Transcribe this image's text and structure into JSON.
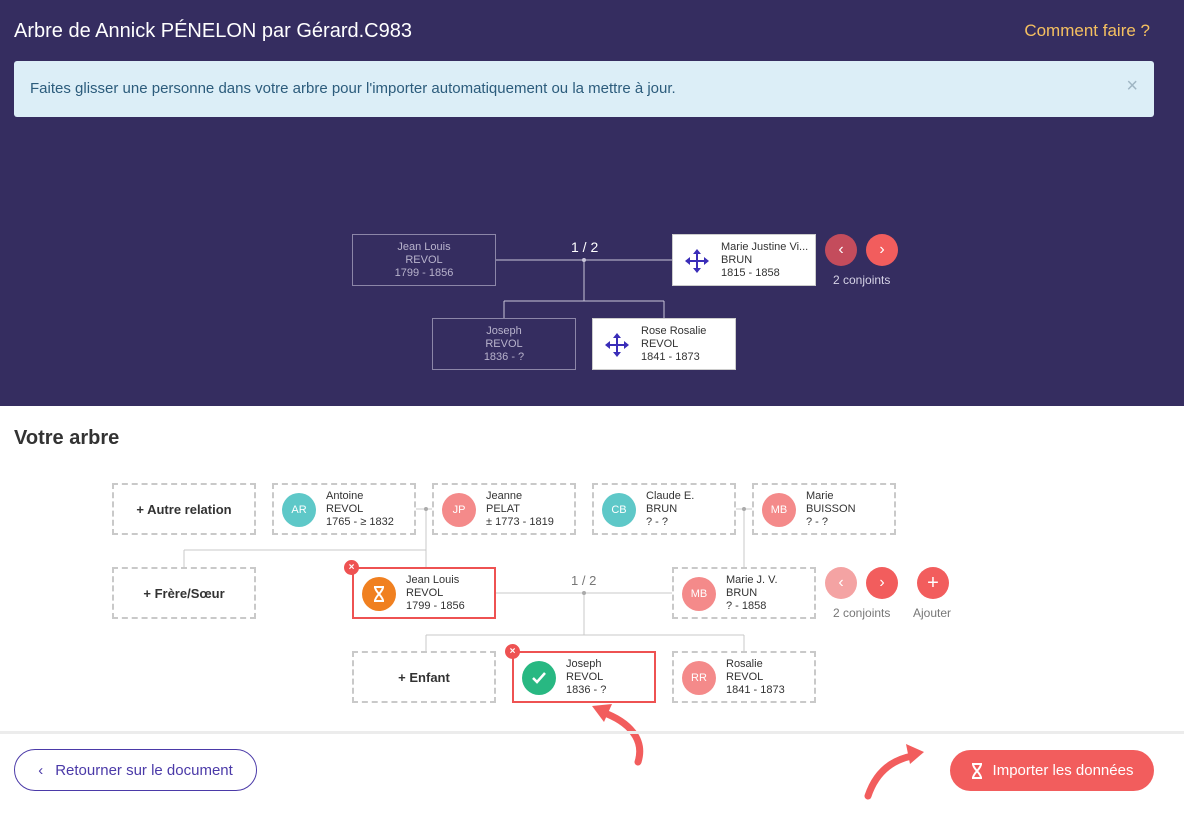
{
  "header": {
    "title": "Arbre de Annick PÉNELON par Gérard.C983",
    "help_link": "Comment faire ?"
  },
  "alert": {
    "text": "Faites glisser une personne dans votre arbre pour l'importer automatiquement ou la mettre à jour.",
    "close": "×"
  },
  "source_tree": {
    "ratio": "1 / 2",
    "spouses_count": "2 conjoints",
    "father": {
      "first": "Jean Louis",
      "last": "REVOL",
      "dates": "1799 - 1856"
    },
    "spouse": {
      "first": "Marie Justine Vi...",
      "last": "BRUN",
      "dates": "1815 - 1858"
    },
    "child1": {
      "first": "Joseph",
      "last": "REVOL",
      "dates": "1836 - ?"
    },
    "child2": {
      "first": "Rose Rosalie",
      "last": "REVOL",
      "dates": "1841 - 1873"
    },
    "colors": {
      "prev": "#c44c5c",
      "next": "#f25d5d",
      "bg": "#352d60",
      "icon": "#3a2db8"
    }
  },
  "your_tree": {
    "title": "Votre arbre",
    "add_other": "+ Autre relation",
    "add_sibling": "+ Frère/Sœur",
    "add_child": "+ Enfant",
    "ratio": "1 / 2",
    "spouses_count": "2 conjoints",
    "add_label": "Ajouter",
    "grandparents": [
      {
        "initials": "AR",
        "first": "Antoine",
        "last": "REVOL",
        "dates": "1765 - ≥ 1832",
        "color": "#5ec8c8"
      },
      {
        "initials": "JP",
        "first": "Jeanne",
        "last": "PELAT",
        "dates": "± 1773 - 1819",
        "color": "#f48a8a"
      },
      {
        "initials": "CB",
        "first": "Claude E.",
        "last": "BRUN",
        "dates": "? - ?",
        "color": "#5ec8c8"
      },
      {
        "initials": "MB",
        "first": "Marie",
        "last": "BUISSON",
        "dates": "? - ?",
        "color": "#f48a8a"
      }
    ],
    "father": {
      "first": "Jean Louis",
      "last": "REVOL",
      "dates": "1799 - 1856",
      "color": "#f08020",
      "icon": "hourglass-icon"
    },
    "spouse": {
      "initials": "MB",
      "first": "Marie J. V.",
      "last": "BRUN",
      "dates": " ? - 1858",
      "color": "#f48a8a"
    },
    "child1": {
      "first": "Joseph",
      "last": "REVOL",
      "dates": "1836 - ?",
      "color": "#28b882",
      "icon": "check-icon"
    },
    "child2": {
      "initials": "RR",
      "first": "Rosalie",
      "last": "REVOL",
      "dates": "1841 - 1873",
      "color": "#f48a8a"
    }
  },
  "footer": {
    "back_label": "Retourner sur le document",
    "import_label": "Importer les données",
    "accent": "#f25d5d"
  }
}
